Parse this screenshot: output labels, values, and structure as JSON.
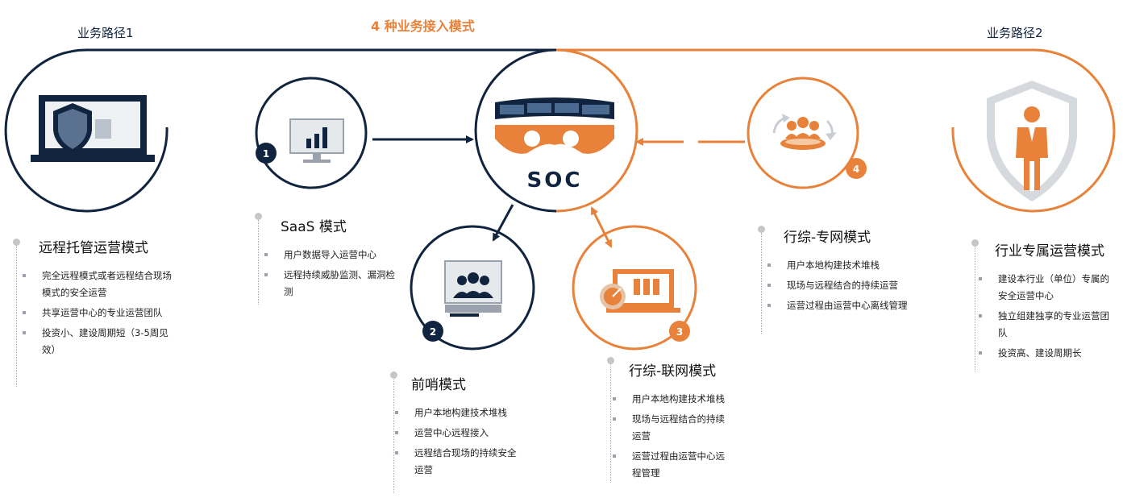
{
  "header": {
    "title": "4 种业务接入模式",
    "path_left": "业务路径1",
    "path_right": "业务路径2"
  },
  "center": {
    "label": "SOC"
  },
  "badges": [
    "1",
    "2",
    "3",
    "4"
  ],
  "modes": {
    "remote": {
      "title": "远程托管运营模式",
      "items": [
        "完全远程模式或者远程结合现场模式的安全运营",
        "共享运营中心的专业运营团队",
        "投资小、建设周期短（3-5周见效）"
      ]
    },
    "saas": {
      "title": "SaaS 模式",
      "items": [
        "用户数据导入运营中心",
        "远程持续威胁监测、漏洞检测"
      ]
    },
    "outpost": {
      "title": "前哨模式",
      "items": [
        "用户本地构建技术堆栈",
        "运营中心远程接入",
        "远程结合现场的持续安全运营"
      ]
    },
    "network": {
      "title": "行综-联网模式",
      "items": [
        "用户本地构建技术堆栈",
        "现场与远程结合的持续运营",
        "运营过程由运营中心远程管理"
      ]
    },
    "private": {
      "title": "行综-专网模式",
      "items": [
        "用户本地构建技术堆栈",
        "现场与远程结合的持续运营",
        "运营过程由运营中心离线管理"
      ]
    },
    "industry": {
      "title": "行业专属运营模式",
      "items": [
        "建设本行业（单位）专属的安全运营中心",
        "独立组建独享的专业运营团队",
        "投资高、建设周期长"
      ]
    }
  },
  "colors": {
    "navy": "#10233f",
    "orange": "#e8823a",
    "gray": "#c9ced4"
  },
  "icons": [
    "laptop-shield-icon",
    "monitor-chart-icon",
    "soc-screens-icon",
    "monitor-team-icon",
    "laptop-radar-icon",
    "team-meeting-icon",
    "shield-person-icon"
  ]
}
